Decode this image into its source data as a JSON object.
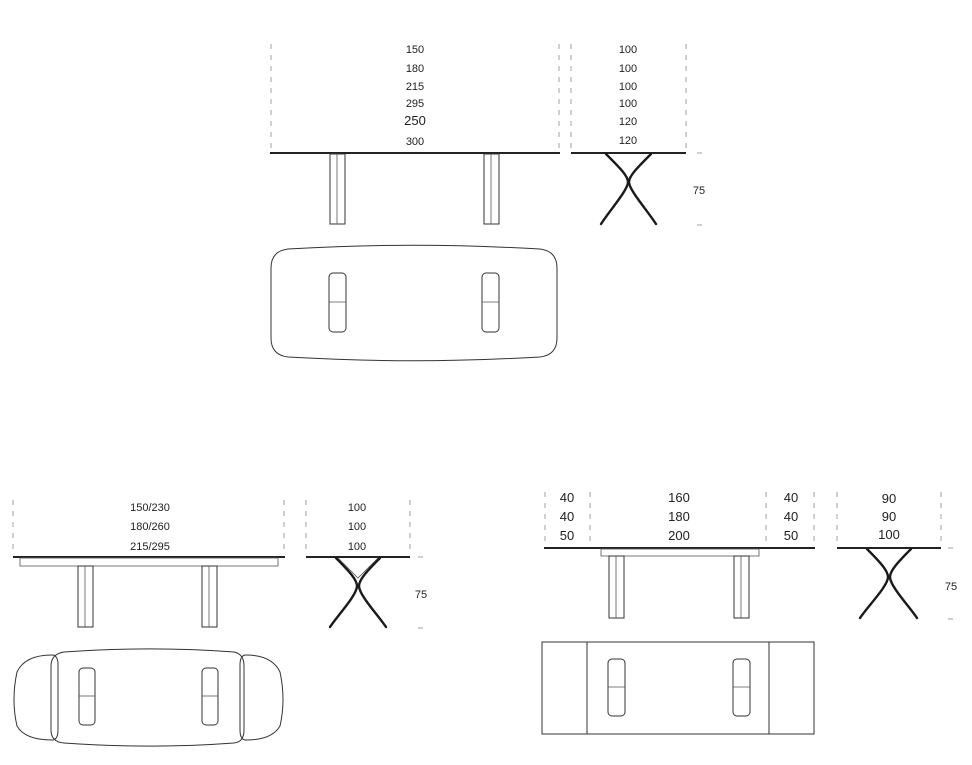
{
  "drawings": {
    "fixed_oval": {
      "length_values": [
        "150",
        "180",
        "215",
        "295",
        "250",
        "300"
      ],
      "depth_values": [
        "100",
        "100",
        "100",
        "100",
        "120",
        "120"
      ],
      "height_value": "75"
    },
    "extendable_oval": {
      "length_values": [
        "150/230",
        "180/260",
        "215/295"
      ],
      "depth_values": [
        "100",
        "100",
        "100"
      ],
      "height_value": "75"
    },
    "extendable_rectangular": {
      "left_extension_values": [
        "40",
        "40",
        "50"
      ],
      "length_values": [
        "160",
        "180",
        "200"
      ],
      "right_extension_values": [
        "40",
        "40",
        "50"
      ],
      "depth_values": [
        "90",
        "90",
        "100"
      ],
      "height_value": "75"
    }
  },
  "colors": {
    "line": "#333333",
    "leg": "#1a1a1a",
    "background": "#ffffff"
  }
}
